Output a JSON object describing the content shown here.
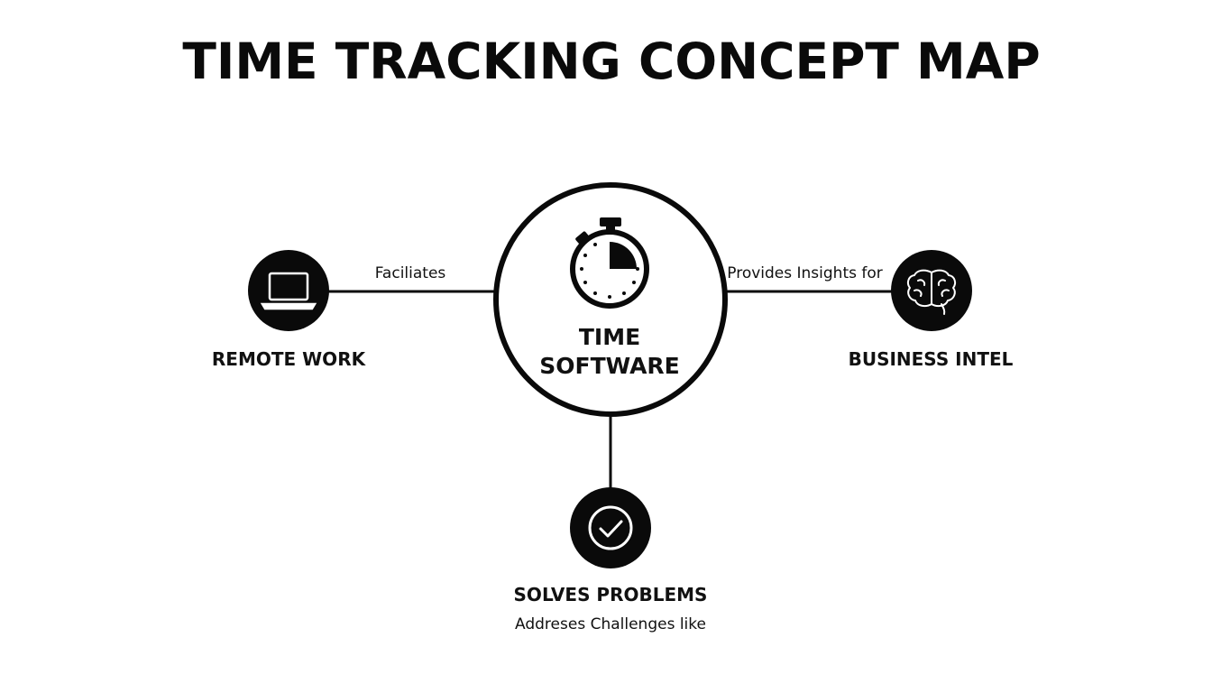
{
  "title": "TIME TRACKING CONCEPT MAP",
  "center_node": {
    "label_line1": "TIME",
    "label_line2": "SOFTWARE",
    "icon": "stopwatch-icon"
  },
  "nodes": {
    "left": {
      "label": "REMOTE WORK",
      "icon": "laptop-icon"
    },
    "right": {
      "label": "BUSINESS INTEL",
      "icon": "brain-icon"
    },
    "bottom": {
      "label": "SOLVES PROBLEMS",
      "icon": "checkmark-icon"
    }
  },
  "edges": {
    "left": "Faciliates",
    "right": "Provides Insights for",
    "bottom": "Addreses Challenges like"
  },
  "colors": {
    "ink": "#0a0a0a",
    "background": "#ffffff"
  }
}
